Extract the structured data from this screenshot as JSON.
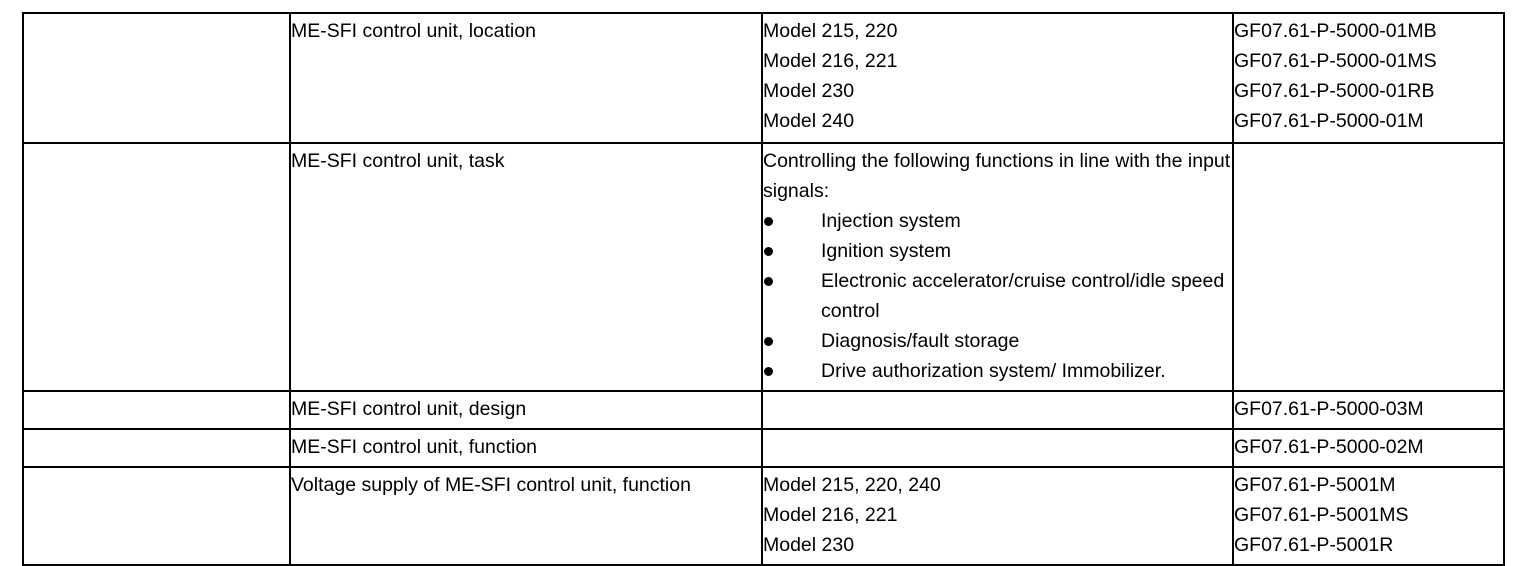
{
  "document": {
    "type": "specification-reference-table",
    "columns": 4,
    "rows": 5
  },
  "table": {
    "rows": [
      {
        "id": "me-sfi-location",
        "index_cell": "",
        "topic": "ME-SFI control unit, location",
        "models": [
          "Model 215, 220",
          "Model 216, 221",
          "Model 230",
          "Model 240"
        ],
        "references": [
          "GF07.61-P-5000-01MB",
          "GF07.61-P-5000-01MS",
          "GF07.61-P-5000-01RB",
          "GF07.61-P-5000-01M"
        ]
      },
      {
        "id": "me-sfi-task",
        "index_cell": "",
        "topic": "ME-SFI control unit, task",
        "intro": "Controlling the following functions in line with the input signals:",
        "bullets": [
          "Injection system",
          "Ignition system",
          "Electronic accelerator/cruise control/idle speed control",
          "Diagnosis/fault storage",
          "Drive authorization system/ Immobilizer."
        ],
        "references": []
      },
      {
        "id": "me-sfi-design",
        "index_cell": "",
        "topic": "ME-SFI control unit, design",
        "models": [],
        "references": [
          "GF07.61-P-5000-03M"
        ]
      },
      {
        "id": "me-sfi-function",
        "index_cell": "",
        "topic": "ME-SFI control unit, function",
        "models": [],
        "references": [
          "GF07.61-P-5000-02M"
        ]
      },
      {
        "id": "voltage-supply-function",
        "index_cell": "",
        "topic": "Voltage supply of ME-SFI control unit, function",
        "models": [
          "Model 215, 220, 240",
          "Model 216, 221",
          "Model 230"
        ],
        "references": [
          "GF07.61-P-5001M",
          "GF07.61-P-5001MS",
          "GF07.61-P-5001R"
        ]
      }
    ]
  },
  "style": {
    "border_color": "#000000",
    "text_color": "#000000",
    "background": "#ffffff"
  }
}
